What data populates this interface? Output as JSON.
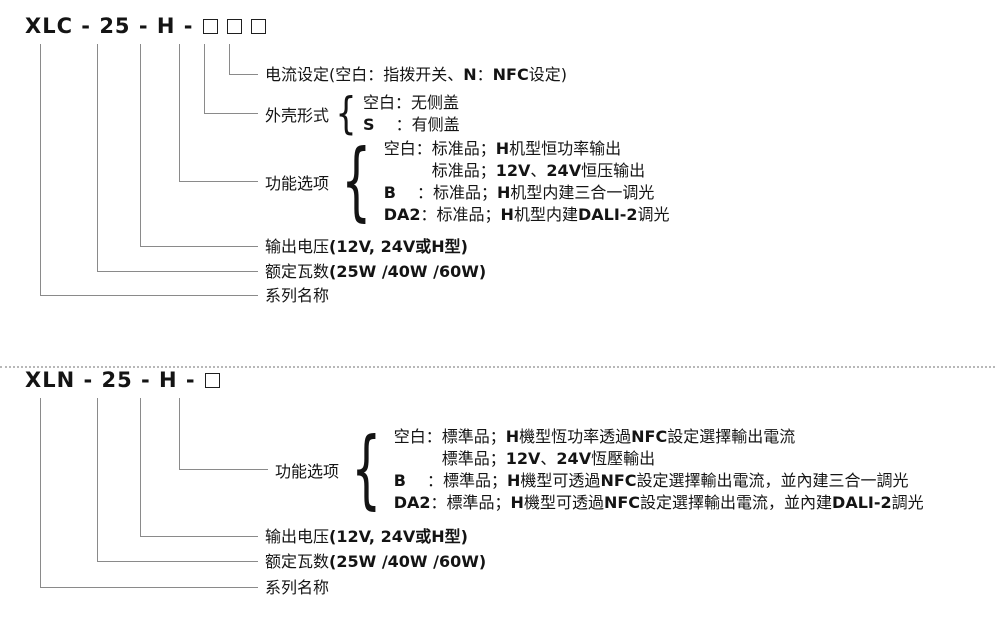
{
  "colors": {
    "text": "#141414",
    "line": "#8a8a8a",
    "box_border": "#1f1f1f",
    "separator": "#b8b8b8"
  },
  "icons": {
    "curly_brace": "{"
  },
  "top": {
    "model_code": "XLC - 25 - H -",
    "box_count": 3,
    "current_setting": [
      {
        "t": "电流设定(空白：指拨开关、"
      },
      {
        "t": "N",
        "b": true
      },
      {
        "t": "："
      },
      {
        "t": "NFC",
        "b": true
      },
      {
        "t": "设定)"
      }
    ],
    "case_type": {
      "label": "外壳形式",
      "options": [
        [
          {
            "t": "空白：无侧盖"
          }
        ],
        [
          {
            "t": "S",
            "b": true
          },
          {
            "t": "　 ：有侧盖"
          }
        ]
      ]
    },
    "function_options": {
      "label": "功能选项",
      "options": [
        [
          {
            "t": "空白：标准品；"
          },
          {
            "t": "H",
            "b": true
          },
          {
            "t": "机型恒功率输出"
          }
        ],
        [
          {
            "t": "　　　标准品；"
          },
          {
            "t": "12V",
            "b": true
          },
          {
            "t": "、"
          },
          {
            "t": "24V",
            "b": true
          },
          {
            "t": "恒压输出"
          }
        ],
        [
          {
            "t": "B",
            "b": true
          },
          {
            "t": "　 ：标准品；"
          },
          {
            "t": "H",
            "b": true
          },
          {
            "t": "机型内建三合一调光"
          }
        ],
        [
          {
            "t": "DA2",
            "b": true
          },
          {
            "t": "：标准品；"
          },
          {
            "t": "H",
            "b": true
          },
          {
            "t": "机型内建"
          },
          {
            "t": "DALI-2",
            "b": true
          },
          {
            "t": "调光"
          }
        ]
      ]
    },
    "output_voltage": [
      {
        "t": "输出电压"
      },
      {
        "t": "(12V, 24V或H型)",
        "b": true
      }
    ],
    "rated_wattage": [
      {
        "t": "额定瓦数"
      },
      {
        "t": "(25W /40W /60W)",
        "b": true
      }
    ],
    "series_name": [
      {
        "t": "系列名称"
      }
    ]
  },
  "bottom": {
    "model_code": "XLN - 25 - H -",
    "box_count": 1,
    "function_options": {
      "label": "功能选项",
      "options": [
        [
          {
            "t": "空白：標準品；"
          },
          {
            "t": "H",
            "b": true
          },
          {
            "t": "機型恆功率透過"
          },
          {
            "t": "NFC",
            "b": true
          },
          {
            "t": "設定選擇輸出電流"
          }
        ],
        [
          {
            "t": "　　　標準品；"
          },
          {
            "t": "12V",
            "b": true
          },
          {
            "t": "、"
          },
          {
            "t": "24V",
            "b": true
          },
          {
            "t": "恆壓輸出"
          }
        ],
        [
          {
            "t": "B",
            "b": true
          },
          {
            "t": "　 ：標準品；"
          },
          {
            "t": "H",
            "b": true
          },
          {
            "t": "機型可透過"
          },
          {
            "t": "NFC",
            "b": true
          },
          {
            "t": "設定選擇輸出電流，並內建三合一調光"
          }
        ],
        [
          {
            "t": "DA2",
            "b": true
          },
          {
            "t": "：標準品；"
          },
          {
            "t": "H",
            "b": true
          },
          {
            "t": "機型可透過"
          },
          {
            "t": "NFC",
            "b": true
          },
          {
            "t": "設定選擇輸出電流，並內建"
          },
          {
            "t": "DALI-2",
            "b": true
          },
          {
            "t": "調光"
          }
        ]
      ]
    },
    "output_voltage": [
      {
        "t": "输出电压"
      },
      {
        "t": "(12V, 24V或H型)",
        "b": true
      }
    ],
    "rated_wattage": [
      {
        "t": "额定瓦数"
      },
      {
        "t": "(25W /40W /60W)",
        "b": true
      }
    ],
    "series_name": [
      {
        "t": "系列名称"
      }
    ]
  }
}
